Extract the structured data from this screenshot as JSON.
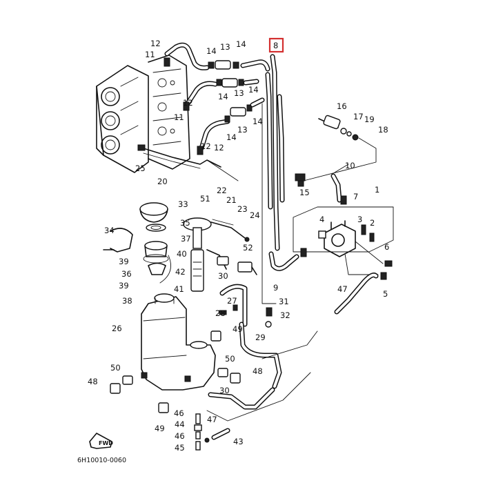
{
  "diagram": {
    "part_labels": [
      "12",
      "11",
      "14",
      "13",
      "14",
      "8",
      "12",
      "14",
      "13",
      "14",
      "11",
      "12",
      "14",
      "13",
      "14",
      "12",
      "25",
      "20",
      "16",
      "17",
      "19",
      "18",
      "10",
      "15",
      "1",
      "7",
      "22",
      "21",
      "23",
      "24",
      "33",
      "51",
      "35",
      "34",
      "37",
      "52",
      "40",
      "39",
      "36",
      "42",
      "39",
      "38",
      "41",
      "30",
      "4",
      "3",
      "2",
      "6",
      "9",
      "47",
      "5",
      "27",
      "28",
      "31",
      "32",
      "26",
      "49",
      "29",
      "50",
      "48",
      "50",
      "48",
      "30",
      "46",
      "44",
      "47",
      "46",
      "43",
      "45",
      "49"
    ],
    "highlighted_part": "8",
    "forward_marker": "FWD",
    "drawing_code": "6H10010-0060",
    "colors": {
      "highlight": "#d32f2f",
      "ink": "#111111"
    }
  }
}
